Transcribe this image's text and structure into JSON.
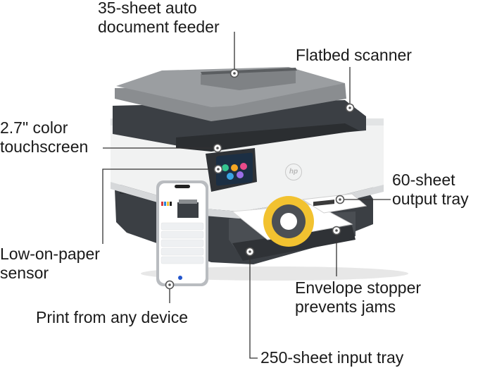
{
  "callouts": {
    "adf": [
      "35-sheet auto",
      "document feeder"
    ],
    "flatbed": [
      "Flatbed scanner"
    ],
    "touchscreen": [
      "2.7\" color",
      "touchscreen"
    ],
    "output_tray": [
      "60-sheet",
      "output tray"
    ],
    "sensor": [
      "Low-on-paper",
      "sensor"
    ],
    "envelope": [
      "Envelope stopper",
      "prevents jams"
    ],
    "any_device": [
      "Print from any device"
    ],
    "input_tray": [
      "250-sheet input tray"
    ]
  },
  "brand": {
    "logo_text": "hp"
  },
  "colors": {
    "text": "#1a1a1a",
    "printer_body": "#f1f2f2",
    "printer_dark": "#3b3f44",
    "scanner_lid": "#8a8d90",
    "marker_ring": "#555555",
    "leader_line": "#333333"
  }
}
